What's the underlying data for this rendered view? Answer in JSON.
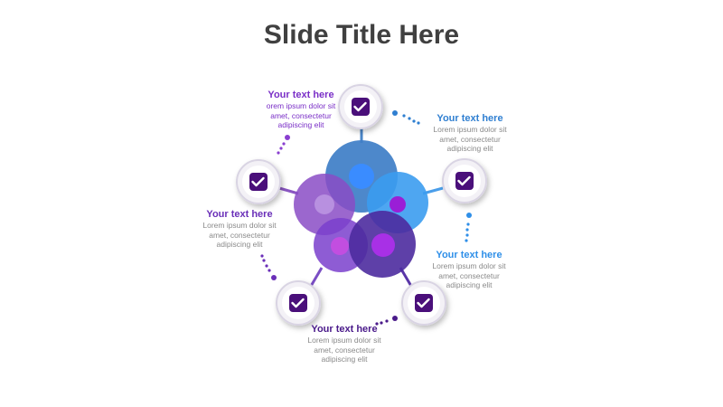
{
  "slide": {
    "title": "Slide Title Here"
  },
  "colors": {
    "purple": "#7a2fc7",
    "blue": "#2f7fd1",
    "dark_purple": "#4a1a8a",
    "icon_bg": "#4a0f7a",
    "gray_text": "#8a8a8a",
    "title": "#404040"
  },
  "items": [
    {
      "heading": "Your text here",
      "body": [
        "orem ipsum dolor sit",
        "amet, consectetur",
        "adipiscing elit"
      ],
      "icon": "checkmark-icon"
    },
    {
      "heading": "Your text here",
      "body": [
        "Lorem ipsum dolor sit",
        "amet, consectetur",
        "adipiscing elit"
      ],
      "icon": "checkmark-icon"
    },
    {
      "heading": "Your text here",
      "body": [
        "Lorem ipsum dolor sit",
        "amet, consectetur",
        "adipiscing elit"
      ],
      "icon": "checkmark-icon"
    },
    {
      "heading": "Your text here",
      "body": [
        "Lorem ipsum dolor sit",
        "amet, consectetur",
        "adipiscing elit"
      ],
      "icon": "checkmark-icon"
    },
    {
      "heading": "Your text here",
      "body": [
        "Lorem ipsum dolor sit",
        "amet, consectetur",
        "adipiscing elit"
      ],
      "icon": "checkmark-icon"
    }
  ]
}
